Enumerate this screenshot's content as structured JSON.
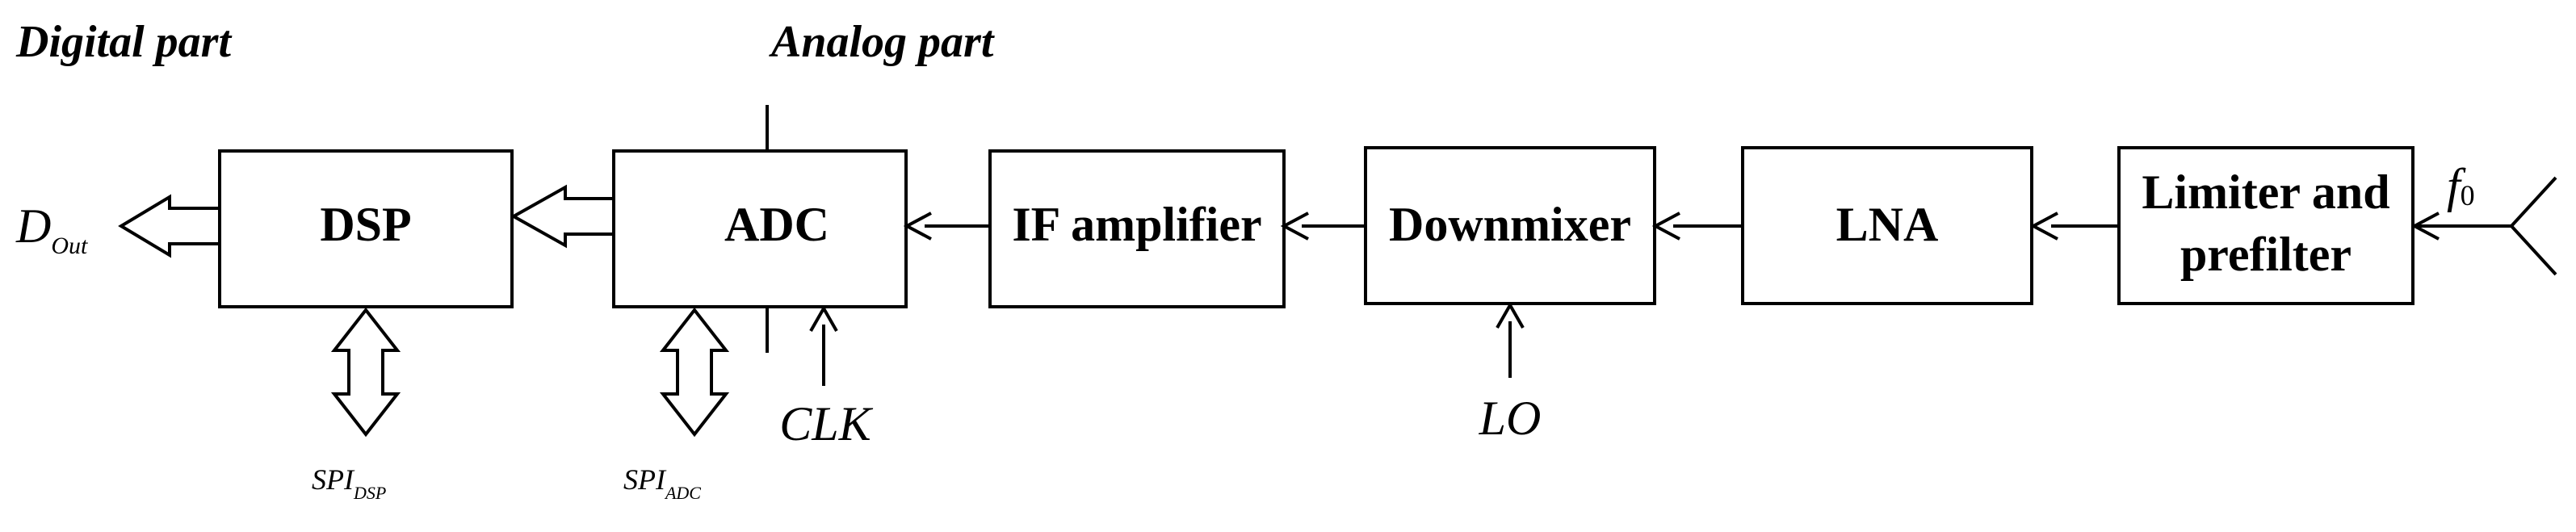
{
  "diagram": {
    "labels": {
      "digital_part": "Digital part",
      "analog_part": "Analog part"
    },
    "blocks": {
      "dsp": "DSP",
      "adc": "ADC",
      "if_amp": "IF amplifier",
      "downmixer": "Downmixer",
      "lna": "LNA",
      "limiter_line1": "Limiter and",
      "limiter_line2": "prefilter"
    },
    "signals": {
      "dout_main": "D",
      "dout_sub": "Out",
      "clk": "CLK",
      "lo": "LO",
      "f0_main": "f",
      "f0_sub": "0",
      "spi_dsp_main": "SPI",
      "spi_dsp_sub": "DSP",
      "spi_adc_main": "SPI",
      "spi_adc_sub": "ADC"
    },
    "colors": {
      "stroke": "#000000",
      "fill": "#ffffff"
    }
  }
}
